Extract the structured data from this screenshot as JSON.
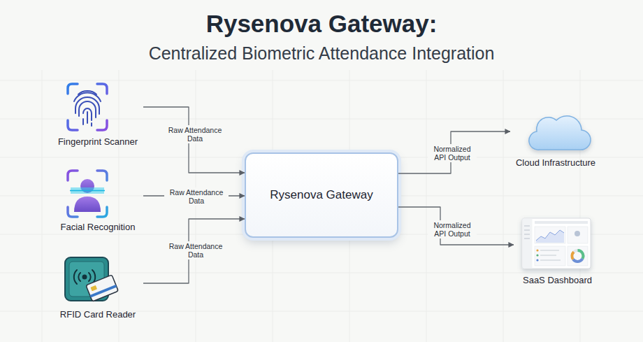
{
  "diagram": {
    "title": "Rysenova Gateway:",
    "nodes": [
      {
        "text": [
          "Fingerprint Scanner"
        ]
      },
      {
        "text": [
          "Facial Recognition"
        ]
      },
      {
        "text": [
          "RFID Card Reader"
        ]
      },
      {
        "text": [
          "Rysenova Gateway"
        ]
      },
      {
        "text": [
          "Cloud Infrastructure"
        ]
      },
      {
        "text": [
          "SaaS Dashboard"
        ]
      }
    ],
    "edges": [
      {
        "from": 0,
        "to": 3,
        "label": "Raw Attendance Data",
        "arrow": "to"
      },
      {
        "from": 1,
        "to": 3,
        "label": "Raw Attendance Data",
        "arrow": "to"
      },
      {
        "from": 2,
        "to": 3,
        "label": "Raw Attendance Data",
        "arrow": "to"
      },
      {
        "from": 3,
        "to": 4,
        "label": "Normalized API Output",
        "arrow": "to"
      },
      {
        "from": 3,
        "to": 5,
        "label": "Normalized API Output",
        "arrow": "to"
      }
    ],
    "labels": [
      "Centralized Biometric Attendance Integration"
    ]
  }
}
